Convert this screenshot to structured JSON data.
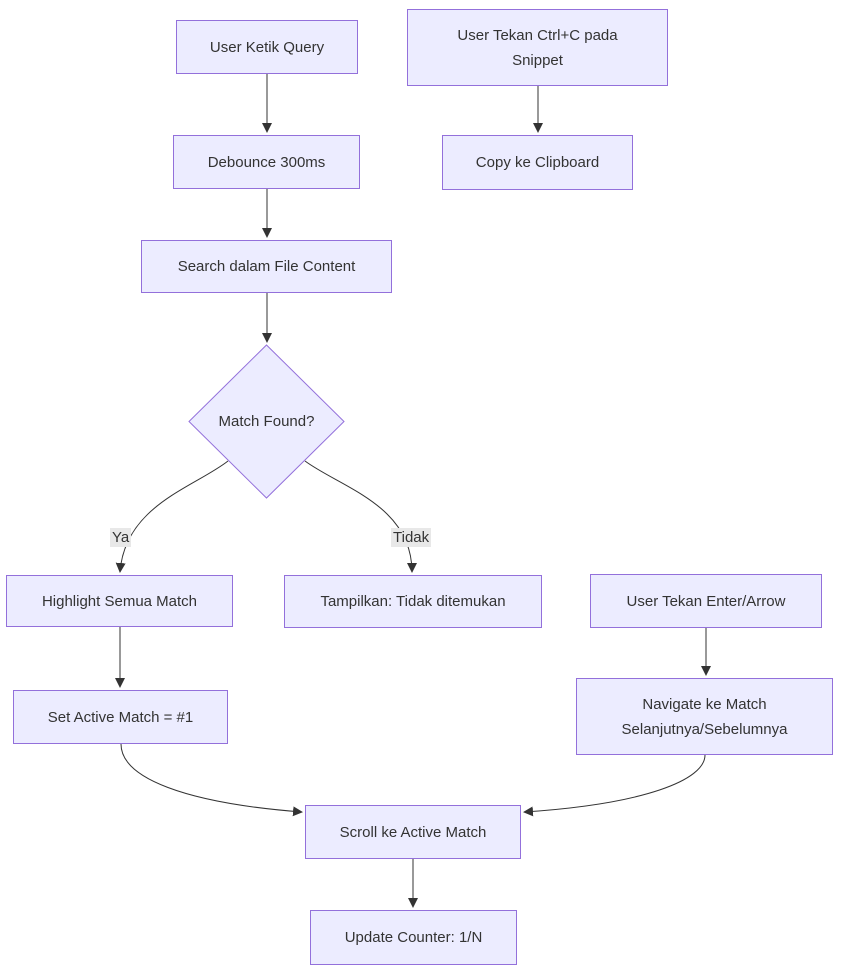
{
  "diagram": {
    "type": "flowchart",
    "colors": {
      "background": "#ffffff",
      "node_fill": "#ECECFF",
      "node_border": "#9370DB",
      "edge_color": "#333333",
      "text_color": "#333333",
      "edge_label_bg": "#e8e8e8"
    },
    "nodes": {
      "user_ketik_query": {
        "label": "User Ketik Query",
        "shape": "rect"
      },
      "user_tekan_ctrlc": {
        "label": "User Tekan Ctrl+C pada\nSnippet",
        "shape": "rect"
      },
      "debounce": {
        "label": "Debounce 300ms",
        "shape": "rect"
      },
      "copy_clipboard": {
        "label": "Copy ke Clipboard",
        "shape": "rect"
      },
      "search_content": {
        "label": "Search dalam File Content",
        "shape": "rect"
      },
      "match_found": {
        "label": "Match Found?",
        "shape": "diamond"
      },
      "highlight_match": {
        "label": "Highlight Semua Match",
        "shape": "rect"
      },
      "tampilkan_tidak": {
        "label": "Tampilkan: Tidak ditemukan",
        "shape": "rect"
      },
      "enter_arrow": {
        "label": "User Tekan Enter/Arrow",
        "shape": "rect"
      },
      "set_active": {
        "label": "Set Active Match = #1",
        "shape": "rect"
      },
      "navigate_match": {
        "label": "Navigate ke Match\nSelanjutnya/Sebelumnya",
        "shape": "rect"
      },
      "scroll_active": {
        "label": "Scroll ke Active Match",
        "shape": "rect"
      },
      "update_counter": {
        "label": "Update Counter: 1/N",
        "shape": "rect"
      }
    },
    "edge_labels": {
      "ya": {
        "label": "Ya"
      },
      "tidak": {
        "label": "Tidak"
      }
    },
    "edges": [
      {
        "from": "user_ketik_query",
        "to": "debounce",
        "label": ""
      },
      {
        "from": "user_tekan_ctrlc",
        "to": "copy_clipboard",
        "label": ""
      },
      {
        "from": "debounce",
        "to": "search_content",
        "label": ""
      },
      {
        "from": "search_content",
        "to": "match_found",
        "label": ""
      },
      {
        "from": "match_found",
        "to": "highlight_match",
        "label": "Ya"
      },
      {
        "from": "match_found",
        "to": "tampilkan_tidak",
        "label": "Tidak"
      },
      {
        "from": "highlight_match",
        "to": "set_active",
        "label": ""
      },
      {
        "from": "enter_arrow",
        "to": "navigate_match",
        "label": ""
      },
      {
        "from": "set_active",
        "to": "scroll_active",
        "label": ""
      },
      {
        "from": "navigate_match",
        "to": "scroll_active",
        "label": ""
      },
      {
        "from": "scroll_active",
        "to": "update_counter",
        "label": ""
      }
    ]
  }
}
